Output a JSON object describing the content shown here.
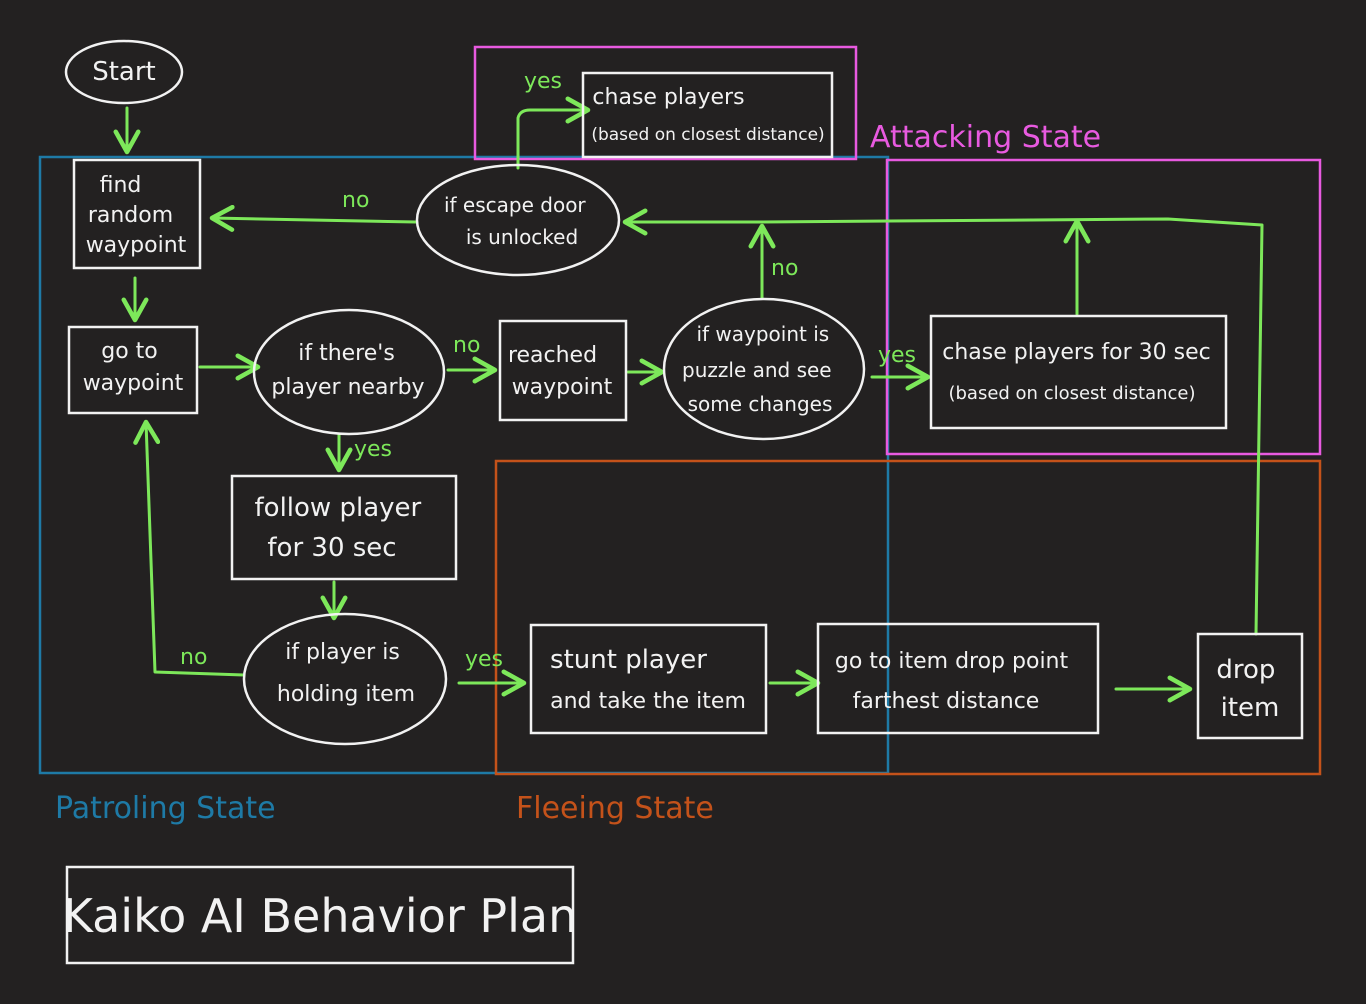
{
  "title": "Kaiko AI Behavior Plan",
  "colors": {
    "background": "#232121",
    "line": "#7de85a",
    "node_stroke": "#f2f2f2",
    "patrolling": "#1e7aa6",
    "attacking": "#e85ae0",
    "fleeing": "#c4521a"
  },
  "regions": {
    "patrolling": "Patroling State",
    "attacking": "Attacking State",
    "fleeing": "Fleeing State"
  },
  "nodes": {
    "start": "Start",
    "find_random_waypoint": [
      "find",
      "random",
      "waypoint"
    ],
    "go_to_waypoint": [
      "go to",
      "waypoint"
    ],
    "if_player_nearby": [
      "if there's",
      "player nearby"
    ],
    "reached_waypoint": [
      "reached",
      "waypoint"
    ],
    "if_waypoint_puzzle": [
      "if waypoint is",
      "puzzle and see",
      "some changes"
    ],
    "if_escape_door": [
      "if escape door",
      "is unlocked"
    ],
    "chase_players_top": [
      "chase players",
      "(based on closest distance)"
    ],
    "chase_players_30": [
      "chase players for 30 sec",
      "(based on closest distance)"
    ],
    "follow_player": [
      "follow player",
      "for 30 sec"
    ],
    "if_holding_item": [
      "if player is",
      "holding item"
    ],
    "stunt_player": [
      "stunt player",
      "and take the item"
    ],
    "go_to_drop_point": [
      "go to item drop point",
      "farthest distance"
    ],
    "drop_item": [
      "drop",
      "item"
    ]
  },
  "edge_labels": {
    "escape_no": "no",
    "escape_yes": "yes",
    "nearby_no": "no",
    "nearby_yes": "yes",
    "puzzle_no": "no",
    "puzzle_yes": "yes",
    "holding_no": "no",
    "holding_yes": "yes"
  }
}
